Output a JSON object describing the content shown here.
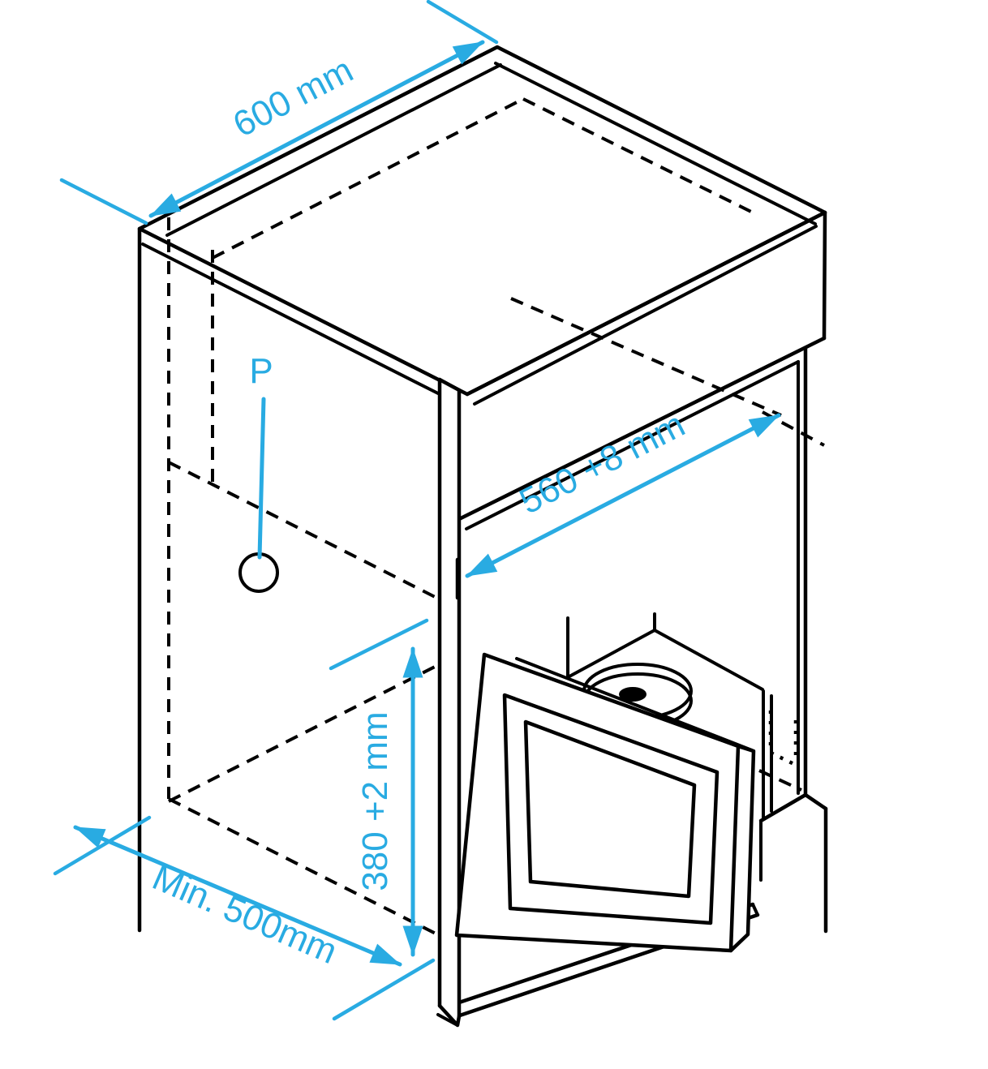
{
  "diagram": {
    "title": "Built-in microwave oven niche installation drawing",
    "type": "isometric-installation-diagram",
    "colors": {
      "dimension_accent": "#29ABE2",
      "outline": "#000000",
      "background": "#FFFFFF"
    },
    "dimensions": {
      "cabinet_width": {
        "label": "600 mm",
        "meaning": "cabinet width along top edge"
      },
      "niche_width": {
        "label": "560 +8 mm",
        "meaning": "niche opening width"
      },
      "niche_height": {
        "label": "380 +2 mm",
        "meaning": "niche opening height"
      },
      "cabinet_depth": {
        "label": "Min. 500mm",
        "meaning": "minimum cabinet depth"
      },
      "power_outlet": {
        "label": "P",
        "meaning": "position of power supply hole"
      }
    }
  }
}
